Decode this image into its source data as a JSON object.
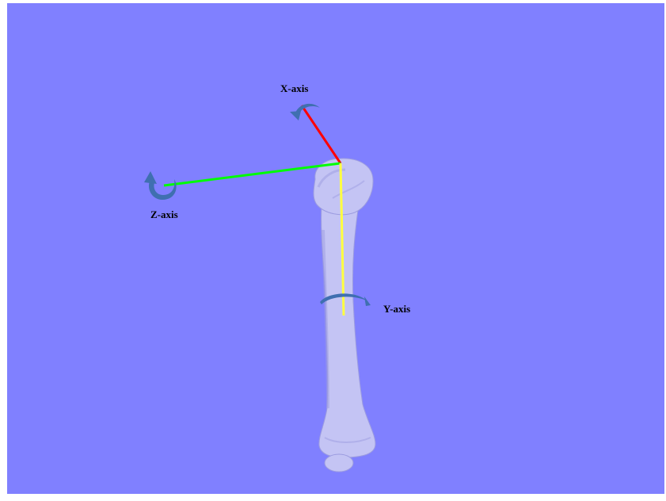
{
  "figure": {
    "background_color": "#8080ff",
    "bone_color": "#c4c4f4",
    "bone_shadow_color": "#9c9ce0",
    "rotation_arrow_color": "#3f6fb0"
  },
  "axes": {
    "x": {
      "label": "X-axis",
      "color": "#ff0000"
    },
    "y": {
      "label": "Y-axis",
      "color": "#ffff40"
    },
    "z": {
      "label": "Z-axis",
      "color": "#00ff00"
    }
  }
}
